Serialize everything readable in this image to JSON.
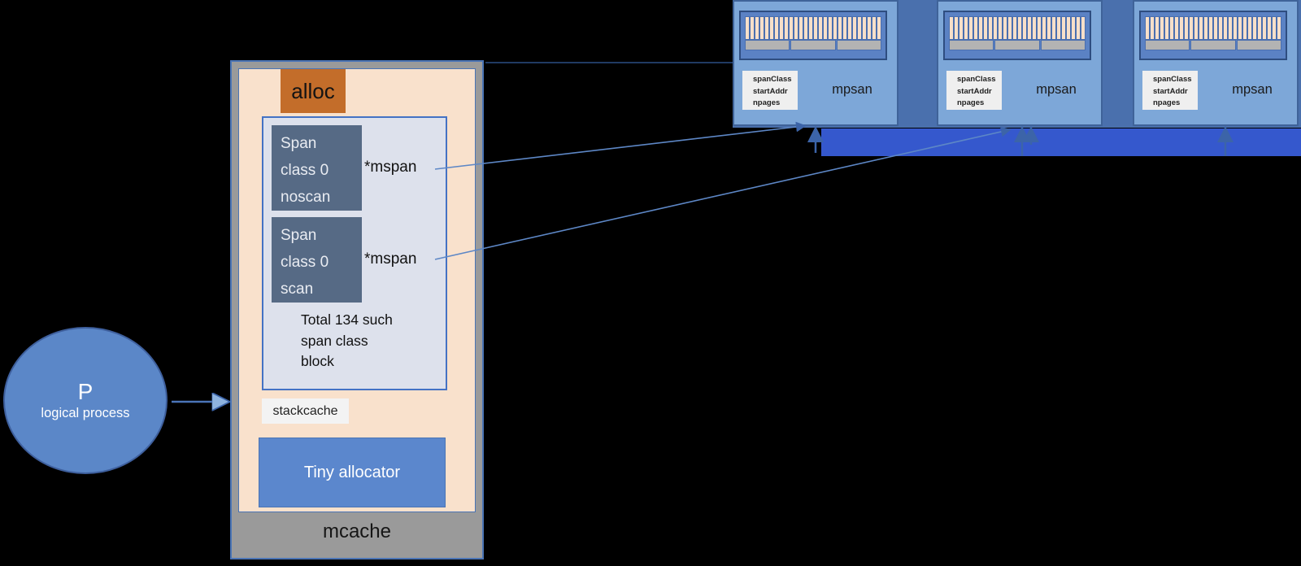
{
  "background_color": "#000000",
  "colors": {
    "accent_blue": "#4a74b5",
    "circle_fill": "#5b87c8",
    "mcache_gray": "#9a9a9a",
    "peach_fill": "#f9e1cc",
    "alloc_orange": "#c36d2a",
    "span_block_fill": "#566a85",
    "tiny_allocator_fill": "#5b87cd",
    "mspan_box_fill": "#7da7d8",
    "page_bar_tan": "#f7dfc9",
    "gray_bar": "#b3b3b3",
    "backdrop_blue": "#4a70ad",
    "band_blue": "#3558cd",
    "arrow_blue": "#3c64a8"
  },
  "process": {
    "title": "P",
    "subtitle": "logical process"
  },
  "mcache": {
    "label": "mcache",
    "alloc_label": "alloc",
    "span_blocks": [
      {
        "lines": [
          "Span",
          "class 0",
          "noscan"
        ],
        "pointer": "*mspan"
      },
      {
        "lines": [
          "Span",
          "class 0",
          "scan"
        ],
        "pointer": "*mspan"
      }
    ],
    "note_lines": [
      "Total 134 such",
      "span class",
      "block"
    ],
    "stackcache_label": "stackcache",
    "tiny_allocator_label": "Tiny allocator"
  },
  "mspan_boxes": [
    {
      "label": "mpsan",
      "fields": [
        "spanClass",
        "startAddr",
        "npages"
      ],
      "bar_count": 28,
      "gray_segment_count": 3
    },
    {
      "label": "mpsan",
      "fields": [
        "spanClass",
        "startAddr",
        "npages"
      ],
      "bar_count": 28,
      "gray_segment_count": 3
    },
    {
      "label": "mpsan",
      "fields": [
        "spanClass",
        "startAddr",
        "npages"
      ],
      "bar_count": 28,
      "gray_segment_count": 3
    }
  ]
}
